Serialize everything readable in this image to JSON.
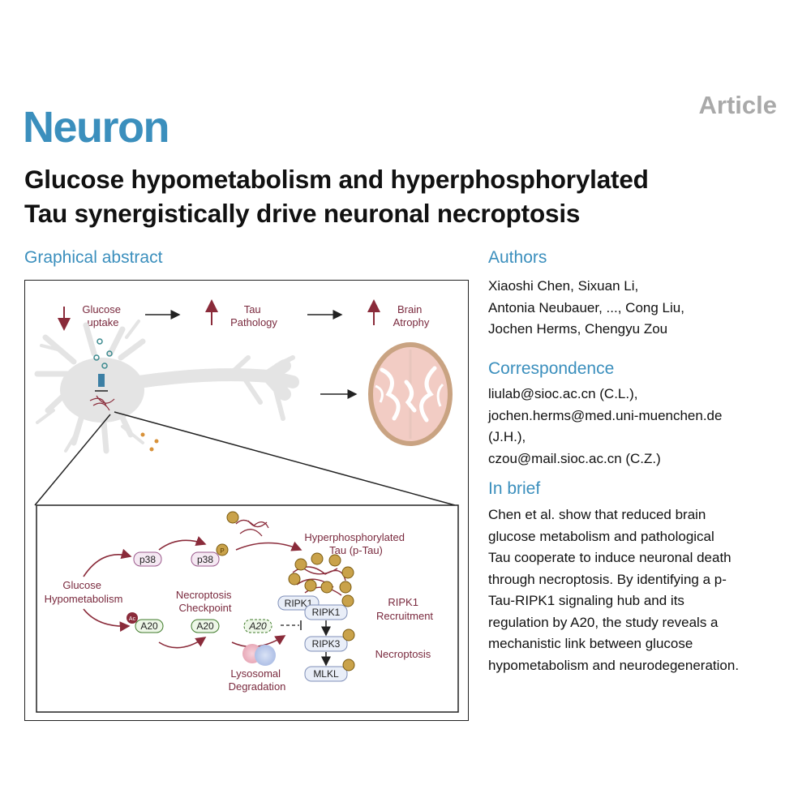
{
  "header": {
    "journal": "Neuron",
    "article_type": "Article"
  },
  "title_lines": [
    "Glucose hypometabolism and hyperphosphorylated",
    "Tau synergistically drive neuronal necroptosis"
  ],
  "graphical_abstract": {
    "heading": "Graphical abstract",
    "top_row": {
      "glucose_uptake": [
        "Glucose",
        "uptake"
      ],
      "tau_pathology": [
        "Tau",
        "Pathology"
      ],
      "brain_atrophy": [
        "Brain",
        "Atrophy"
      ]
    },
    "inset": {
      "glucose_hypometabolism": [
        "Glucose",
        "Hypometabolism"
      ],
      "p38": "p38",
      "p38_phos": "p38",
      "p_badge": "P",
      "ac_badge": "Ac",
      "a20": "A20",
      "a20_checkpoint": "A20",
      "a20_degraded": "A20",
      "necroptosis_checkpoint": [
        "Necroptosis",
        "Checkpoint"
      ],
      "hyperphosphorylated": [
        "Hyperphosphorylated",
        "Tau (p-Tau)"
      ],
      "ripk1_a": "RIPK1",
      "ripk1_b": "RIPK1",
      "ripk3": "RIPK3",
      "mlkl": "MLKL",
      "ripk1_recruitment": [
        "RIPK1",
        "Recruitment"
      ],
      "necroptosis": "Necroptosis",
      "lysosomal_degradation": [
        "Lysosomal",
        "Degradation"
      ]
    },
    "colors": {
      "label": "#7a2a3e",
      "arrow_red": "#8a2b3a",
      "phospho": "#c9a24a",
      "pill_purple": "#f5e9f3",
      "pill_green": "#eef7e8",
      "pill_blue": "#e9eef8",
      "brain": "#f2ccc4"
    }
  },
  "authors": {
    "heading": "Authors",
    "lines": [
      "Xiaoshi Chen, Sixuan Li,",
      "Antonia Neubauer, ..., Cong Liu,",
      "Jochen Herms, Chengyu Zou"
    ]
  },
  "correspondence": {
    "heading": "Correspondence",
    "lines": [
      "liulab@sioc.ac.cn (C.L.),",
      "jochen.herms@med.uni-muenchen.de",
      "(J.H.),",
      "czou@mail.sioc.ac.cn (C.Z.)"
    ]
  },
  "in_brief": {
    "heading": "In brief",
    "lines": [
      "Chen et al. show that reduced brain",
      "glucose metabolism and pathological",
      "Tau cooperate to induce neuronal death",
      "through necroptosis. By identifying a p-",
      "Tau-RIPK1 signaling hub and its",
      "regulation by A20, the study reveals a",
      "mechanistic link between glucose",
      "hypometabolism and neurodegeneration."
    ]
  }
}
